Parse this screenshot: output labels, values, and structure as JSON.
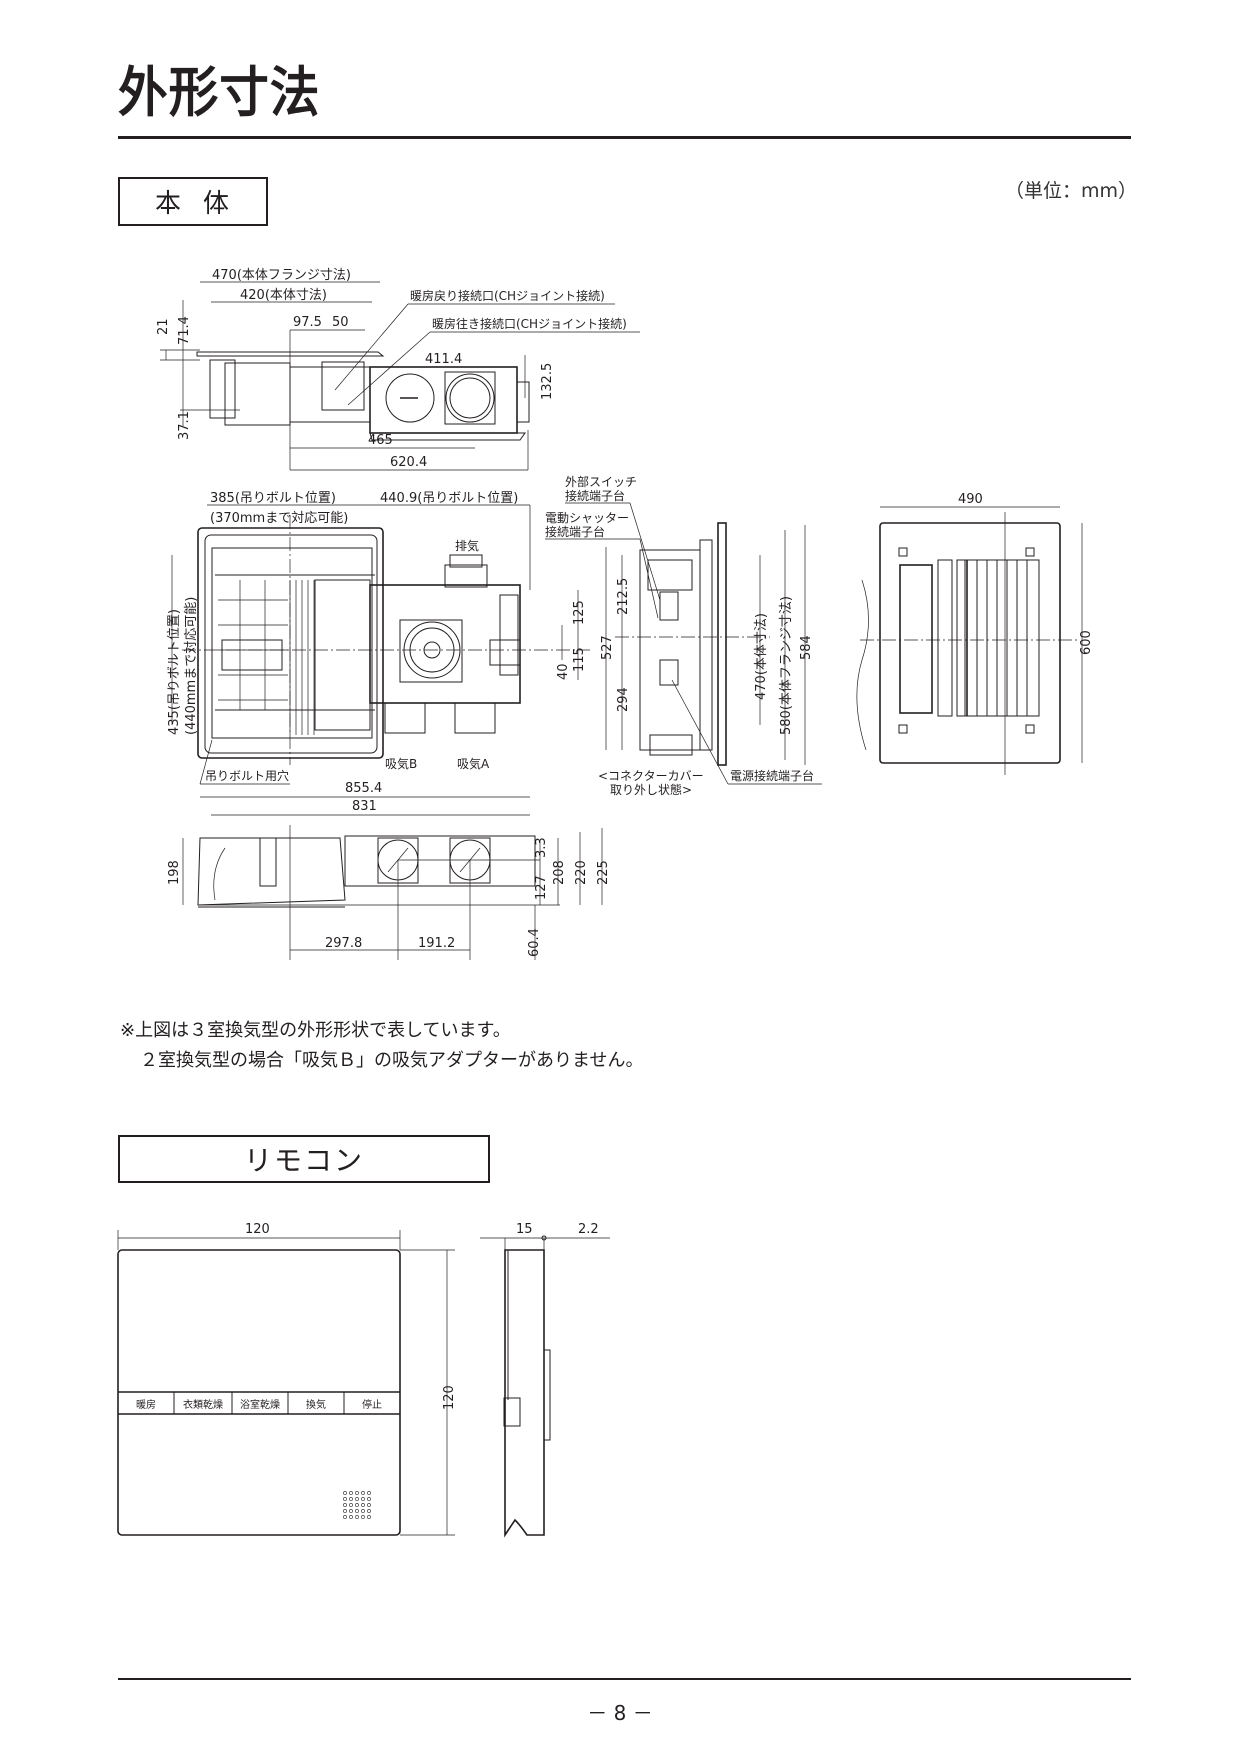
{
  "page": {
    "title": "外形寸法",
    "unit_label": "（単位：mm）",
    "page_number": "－ 8 －"
  },
  "main_unit": {
    "section_label": "本体",
    "top_view": {
      "dimensions": {
        "flange_width": "470(本体フランジ寸法)",
        "body_width": "420(本体寸法)",
        "d97_5": "97.5",
        "d50": "50",
        "d21": "21",
        "d71_4": "71.4",
        "d37_1": "37.1",
        "d411_4": "411.4",
        "d132_5": "132.5",
        "d465": "465",
        "d620_4": "620.4"
      },
      "callouts": {
        "return_port": "暖房戻り接続口(CHジョイント接続)",
        "supply_port": "暖房往き接続口(CHジョイント接続)"
      }
    },
    "plan_view": {
      "dimensions": {
        "bolt_385": "385(吊りボルト位置)",
        "bolt_385_note": "(370mmまで対応可能)",
        "bolt_440_9": "440.9(吊りボルト位置)",
        "bolt_435": "435(吊りボルト位置)",
        "bolt_435_note": "(440mmまで対応可能)",
        "d125": "125",
        "d115": "115",
        "d40": "40",
        "d855_4": "855.4",
        "d831": "831"
      },
      "labels": {
        "exhaust": "排気",
        "intake_b": "吸気B",
        "intake_a": "吸気A",
        "bolt_hole": "吊りボルト用穴"
      }
    },
    "side_view": {
      "dimensions": {
        "d212_5": "212.5",
        "d527": "527",
        "d294": "294",
        "d470": "470(本体寸法)",
        "d580": "580(本体フランジ寸法)",
        "d584": "584"
      },
      "callouts": {
        "ext_switch": [
          "外部スイッチ",
          "接続端子台"
        ],
        "shutter": [
          "電動シャッター",
          "接続端子台"
        ],
        "power": "電源接続端子台",
        "cover_note": [
          "<コネクターカバー",
          "取り外し状態>"
        ]
      }
    },
    "front_panel": {
      "dimensions": {
        "width": "490",
        "height": "600"
      }
    },
    "front_view": {
      "dimensions": {
        "d198": "198",
        "d3_3": "3.3",
        "d127": "127",
        "d208": "208",
        "d220": "220",
        "d225": "225",
        "d60_4": "60.4",
        "d297_8": "297.8",
        "d191_2": "191.2"
      }
    },
    "notes": [
      "※上図は３室換気型の外形形状で表しています。",
      "２室換気型の場合「吸気Ｂ」の吸気アダプターがありません。"
    ]
  },
  "remote": {
    "section_label": "リモコン",
    "dimensions": {
      "width": "120",
      "height": "120",
      "depth": "15",
      "thickness": "2.2"
    },
    "buttons": [
      "暖房",
      "衣類乾燥",
      "浴室乾燥",
      "換気",
      "停止"
    ]
  }
}
